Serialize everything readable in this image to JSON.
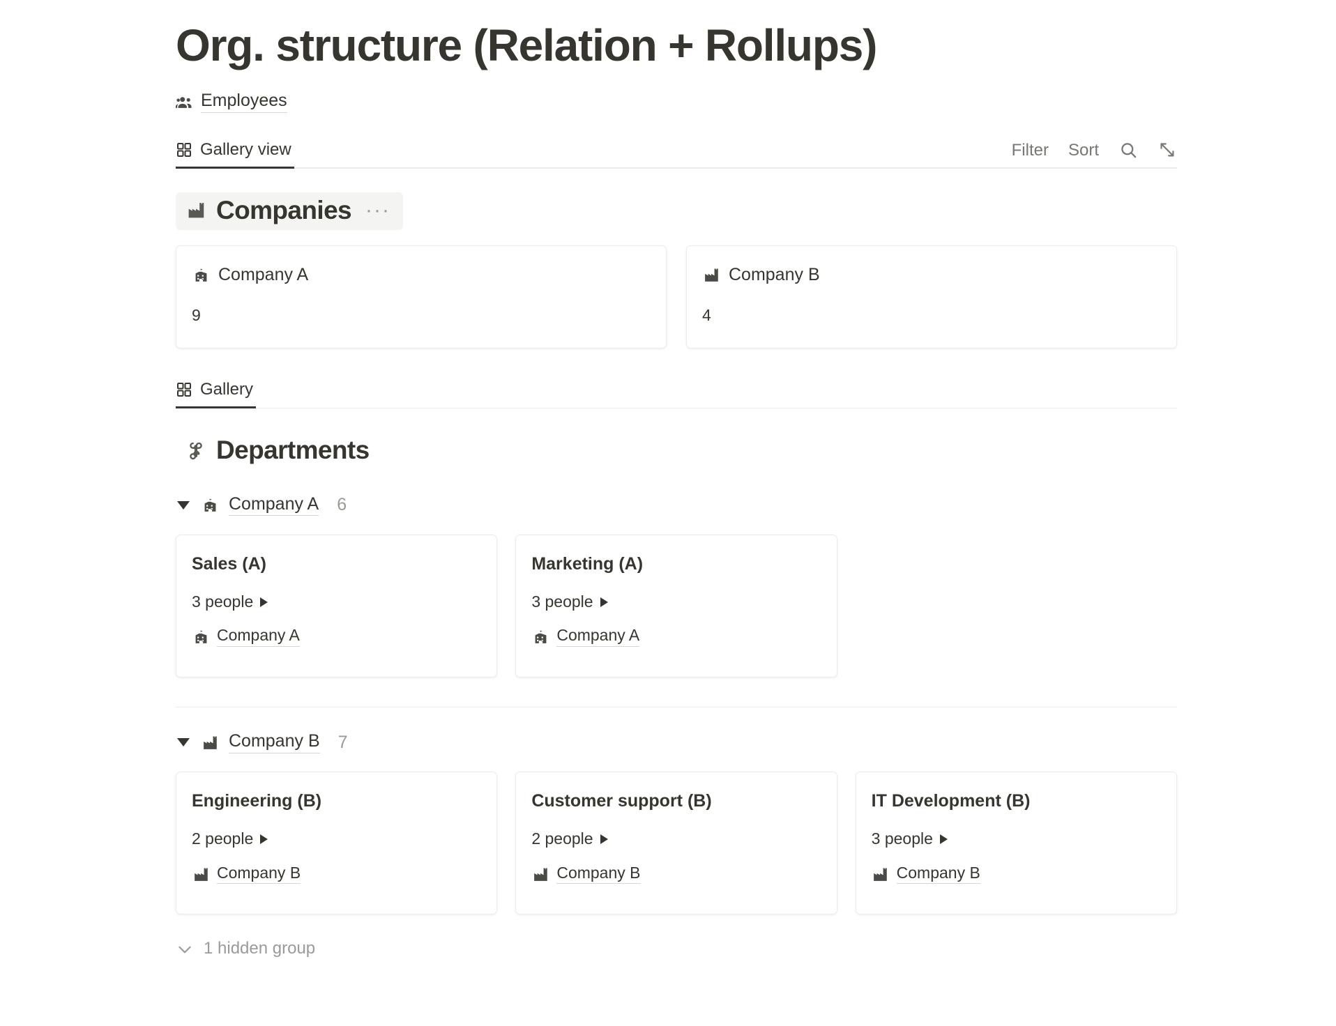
{
  "page": {
    "title": "Org. structure (Relation + Rollups)"
  },
  "source": {
    "icon": "people-group-icon",
    "label": "Employees"
  },
  "toolbar": {
    "view_tab": {
      "icon": "gallery-grid-icon",
      "label": "Gallery view"
    },
    "filter_label": "Filter",
    "sort_label": "Sort",
    "search_icon": "search-icon",
    "expand_icon": "expand-diagonal-icon"
  },
  "companies_section": {
    "icon": "factory-icon",
    "title": "Companies",
    "menu_dots": "···",
    "cards": [
      {
        "icon": "school-building-icon",
        "title": "Company A",
        "value": "9"
      },
      {
        "icon": "factory-icon",
        "title": "Company B",
        "value": "4"
      }
    ]
  },
  "departments_view": {
    "tab": {
      "icon": "gallery-grid-icon",
      "label": "Gallery"
    },
    "title": "Departments",
    "title_icon": "command-clover-icon",
    "groups": [
      {
        "toggle_icon": "triangle-down-icon",
        "icon": "school-building-icon",
        "label": "Company A",
        "count": "6",
        "cards": [
          {
            "title": "Sales (A)",
            "rollup": "3 people",
            "rollup_icon": "triangle-right-icon",
            "relation_icon": "school-building-icon",
            "relation": "Company A"
          },
          {
            "title": "Marketing (A)",
            "rollup": "3 people",
            "rollup_icon": "triangle-right-icon",
            "relation_icon": "school-building-icon",
            "relation": "Company A"
          }
        ]
      },
      {
        "toggle_icon": "triangle-down-icon",
        "icon": "factory-icon",
        "label": "Company B",
        "count": "7",
        "cards": [
          {
            "title": "Engineering (B)",
            "rollup": "2 people",
            "rollup_icon": "triangle-right-icon",
            "relation_icon": "factory-icon",
            "relation": "Company B"
          },
          {
            "title": "Customer support (B)",
            "rollup": "2 people",
            "rollup_icon": "triangle-right-icon",
            "relation_icon": "factory-icon",
            "relation": "Company B"
          },
          {
            "title": "IT Development (B)",
            "rollup": "3 people",
            "rollup_icon": "triangle-right-icon",
            "relation_icon": "factory-icon",
            "relation": "Company B"
          }
        ]
      }
    ],
    "hidden_group_label": "1 hidden group",
    "hidden_group_icon": "chevron-down-icon"
  },
  "colors": {
    "text": "#37352f",
    "muted": "#9b9a97",
    "border": "#ecebea",
    "highlight": "#f4f4f3"
  }
}
